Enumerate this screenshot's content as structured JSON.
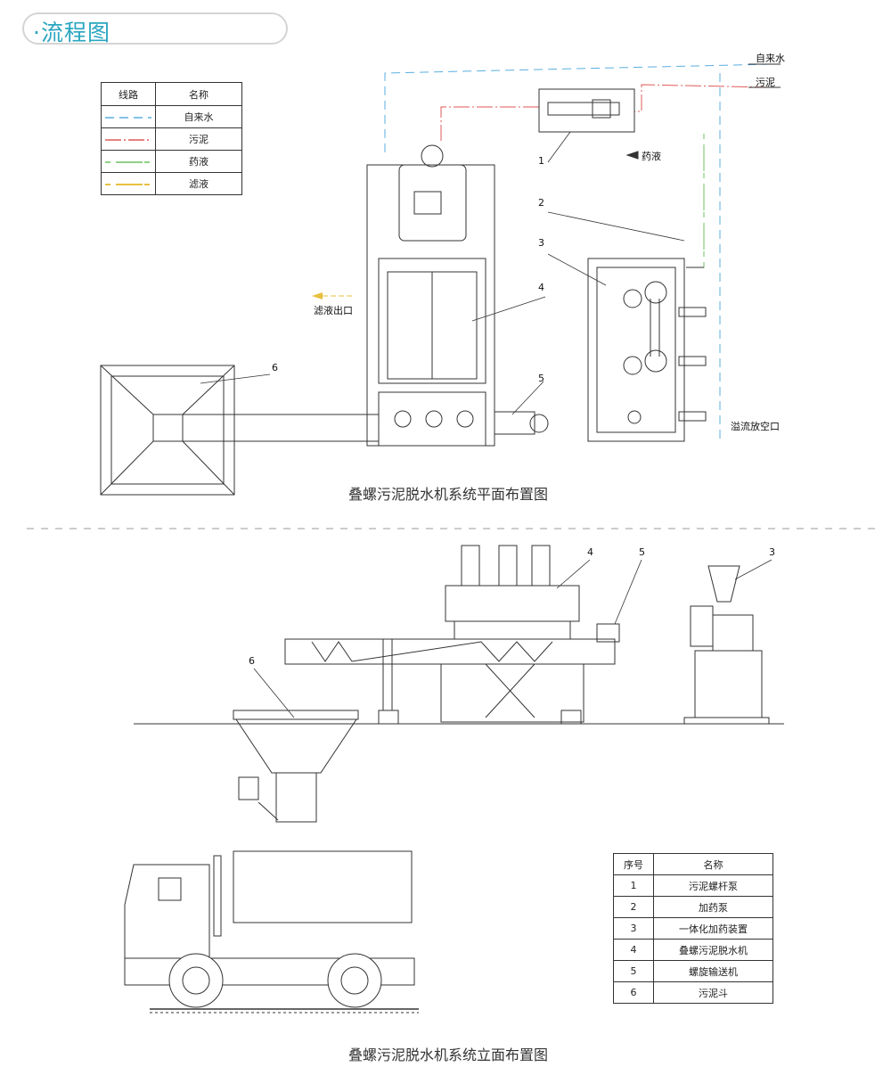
{
  "header": {
    "title": "·流程图"
  },
  "legend": {
    "headers": [
      "线路",
      "名称"
    ],
    "rows": [
      {
        "name": "自来水",
        "color": "#5aaee0"
      },
      {
        "name": "污泥",
        "color": "#e05a5a"
      },
      {
        "name": "药液",
        "color": "#6cc060"
      },
      {
        "name": "滤液",
        "color": "#e8c040"
      }
    ]
  },
  "plan": {
    "labels": {
      "tap_water": "自来水",
      "sludge": "污泥",
      "chemical": "药液",
      "filtrate_outlet": "滤液出口",
      "overflow_outlet": "溢流放空口"
    },
    "callouts": [
      "1",
      "2",
      "3",
      "4",
      "5",
      "6"
    ],
    "caption": "叠螺污泥脱水机系统平面布置图"
  },
  "elevation": {
    "callouts": [
      "4",
      "5",
      "3",
      "6"
    ],
    "caption": "叠螺污泥脱水机系统立面布置图"
  },
  "parts_table": {
    "headers": [
      "序号",
      "名称"
    ],
    "rows": [
      [
        "1",
        "污泥螺杆泵"
      ],
      [
        "2",
        "加药泵"
      ],
      [
        "3",
        "一体化加药装置"
      ],
      [
        "4",
        "叠螺污泥脱水机"
      ],
      [
        "5",
        "螺旋输送机"
      ],
      [
        "6",
        "污泥斗"
      ]
    ]
  }
}
